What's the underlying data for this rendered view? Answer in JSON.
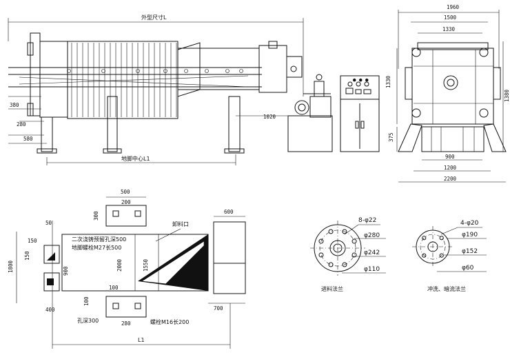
{
  "front_view": {
    "overall_length": "外型尺寸L",
    "foot_center": "地脚中心L1",
    "dims": {
      "d380": "380",
      "d280": "280",
      "d580": "580",
      "d1020": "1020"
    }
  },
  "side_view": {
    "dims": {
      "w1960": "1960",
      "w1500": "1500",
      "w1330": "1330",
      "h1330": "1330",
      "h1380": "1380",
      "h375": "375",
      "b900": "900",
      "b1200": "1200",
      "b2200": "2200"
    }
  },
  "foundation_plan": {
    "dims": {
      "t500": "500",
      "t200": "200",
      "t300": "300",
      "t50": "50",
      "t150a": "150",
      "t150b": "150",
      "t900": "900",
      "t1800": "1800",
      "t2000": "2000",
      "t1550": "1550",
      "t100a": "100",
      "t100b": "100",
      "t400": "400",
      "t280": "280",
      "r600": "600",
      "r700": "700",
      "l1": "L1"
    },
    "notes": {
      "secondary_grout": "二次浇铸预留孔深500",
      "anchor_bolt": "地脚螺栓M27长500",
      "discharge": "卸料口",
      "hole_depth": "孔深300",
      "bolt": "螺栓M16长200"
    }
  },
  "inlet_flange": {
    "holes": "8-φ22",
    "d280": "φ280",
    "d242": "φ242",
    "d110": "φ110",
    "caption": "进料法兰"
  },
  "wash_flange": {
    "holes": "4-φ20",
    "d190": "φ190",
    "d152": "φ152",
    "d60": "φ60",
    "caption": "冲洗、暗流法兰"
  }
}
